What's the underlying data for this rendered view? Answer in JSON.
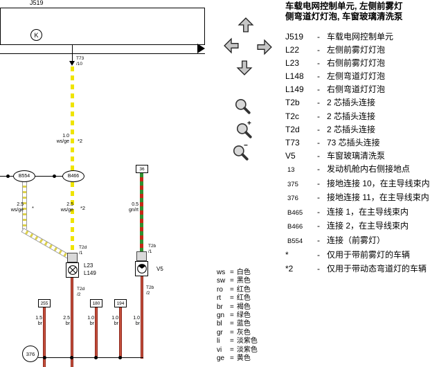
{
  "ui": {
    "dash": "-",
    "eq": "="
  },
  "header": {
    "title_line1": "车载电网控制单元, 左侧前雾灯",
    "title_line2": "侧弯道灯灯泡, 车窗玻璃清洗泵"
  },
  "toolbar": {
    "zoom_in_glyph": "+",
    "zoom_out_glyph": "−",
    "icons": [
      "pan-up",
      "pan-left",
      "pan-right",
      "pan-down",
      "magnifier",
      "zoom-in",
      "zoom-out"
    ]
  },
  "diagram": {
    "j519": "J519",
    "k": "K",
    "t73": {
      "name": "T73",
      "pin": "/10"
    },
    "w_top": {
      "size": "1.0",
      "color": "ws/ge",
      "variant": "*2"
    },
    "b554": "B554",
    "b466": "B466",
    "w_left": {
      "size": "2.5",
      "color": "ws/ge",
      "variant": "*"
    },
    "w_mid": {
      "size": "2.5",
      "color": "ws/ge",
      "variant": "*2"
    },
    "t2d": {
      "name": "T2d",
      "pin_top": "/1",
      "pin_bottom": "/2"
    },
    "lamp": {
      "l1": "L23",
      "l2": "L149"
    },
    "track_ref_top": "36",
    "w_pump": {
      "size": "0.5",
      "color": "gn/rt"
    },
    "t2b": {
      "name": "T2b",
      "pin_top": "/1",
      "pin_bottom": "/2"
    },
    "v5": "V5",
    "track_refs": [
      "255",
      "180",
      "194"
    ],
    "w_gnd": [
      {
        "size": "1.5",
        "color": "br"
      },
      {
        "size": "2.5",
        "color": "br"
      },
      {
        "size": "1.0",
        "color": "br"
      },
      {
        "size": "1.0",
        "color": "br"
      },
      {
        "size": "1.0",
        "color": "br"
      }
    ],
    "ground": "376"
  },
  "legend": {
    "items": [
      {
        "code": "J519",
        "desc": "车载电网控制单元"
      },
      {
        "code": "L22",
        "desc": "左侧前雾灯灯泡"
      },
      {
        "code": "L23",
        "desc": "右侧前雾灯灯泡"
      },
      {
        "code": "L148",
        "desc": "左侧弯道灯灯泡"
      },
      {
        "code": "L149",
        "desc": "右侧弯道灯灯泡"
      },
      {
        "code": "T2b",
        "desc": "2 芯插头连接"
      },
      {
        "code": "T2c",
        "desc": "2 芯插头连接"
      },
      {
        "code": "T2d",
        "desc": "2 芯插头连接"
      },
      {
        "code": "T73",
        "desc": "73 芯插头连接"
      },
      {
        "code": "V5",
        "desc": "车窗玻璃清洗泵"
      },
      {
        "code": "13",
        "desc": "发动机舱内右侧接地点"
      },
      {
        "code": "375",
        "desc": "接地连接 10，在主导线束内"
      },
      {
        "code": "376",
        "desc": "接地连接 11，在主导线束内"
      },
      {
        "code": "B465",
        "desc": "连接 1，在主导线束内"
      },
      {
        "code": "B466",
        "desc": "连接 2，在主导线束内"
      },
      {
        "code": "B554",
        "desc": "连接（前雾灯）"
      },
      {
        "code": "*",
        "desc": "仅用于带前雾灯的车辆"
      },
      {
        "code": "*2",
        "desc": "仅用于带动态弯道灯的车辆"
      }
    ]
  },
  "wire_colors": [
    {
      "code": "ws",
      "name": "白色"
    },
    {
      "code": "sw",
      "name": "黑色"
    },
    {
      "code": "ro",
      "name": "红色"
    },
    {
      "code": "rt",
      "name": "红色"
    },
    {
      "code": "br",
      "name": "褐色"
    },
    {
      "code": "gn",
      "name": "绿色"
    },
    {
      "code": "bl",
      "name": "蓝色"
    },
    {
      "code": "gr",
      "name": "灰色"
    },
    {
      "code": "li",
      "name": "淡紫色"
    },
    {
      "code": "vi",
      "name": "淡紫色"
    },
    {
      "code": "ge",
      "name": "黄色"
    }
  ]
}
